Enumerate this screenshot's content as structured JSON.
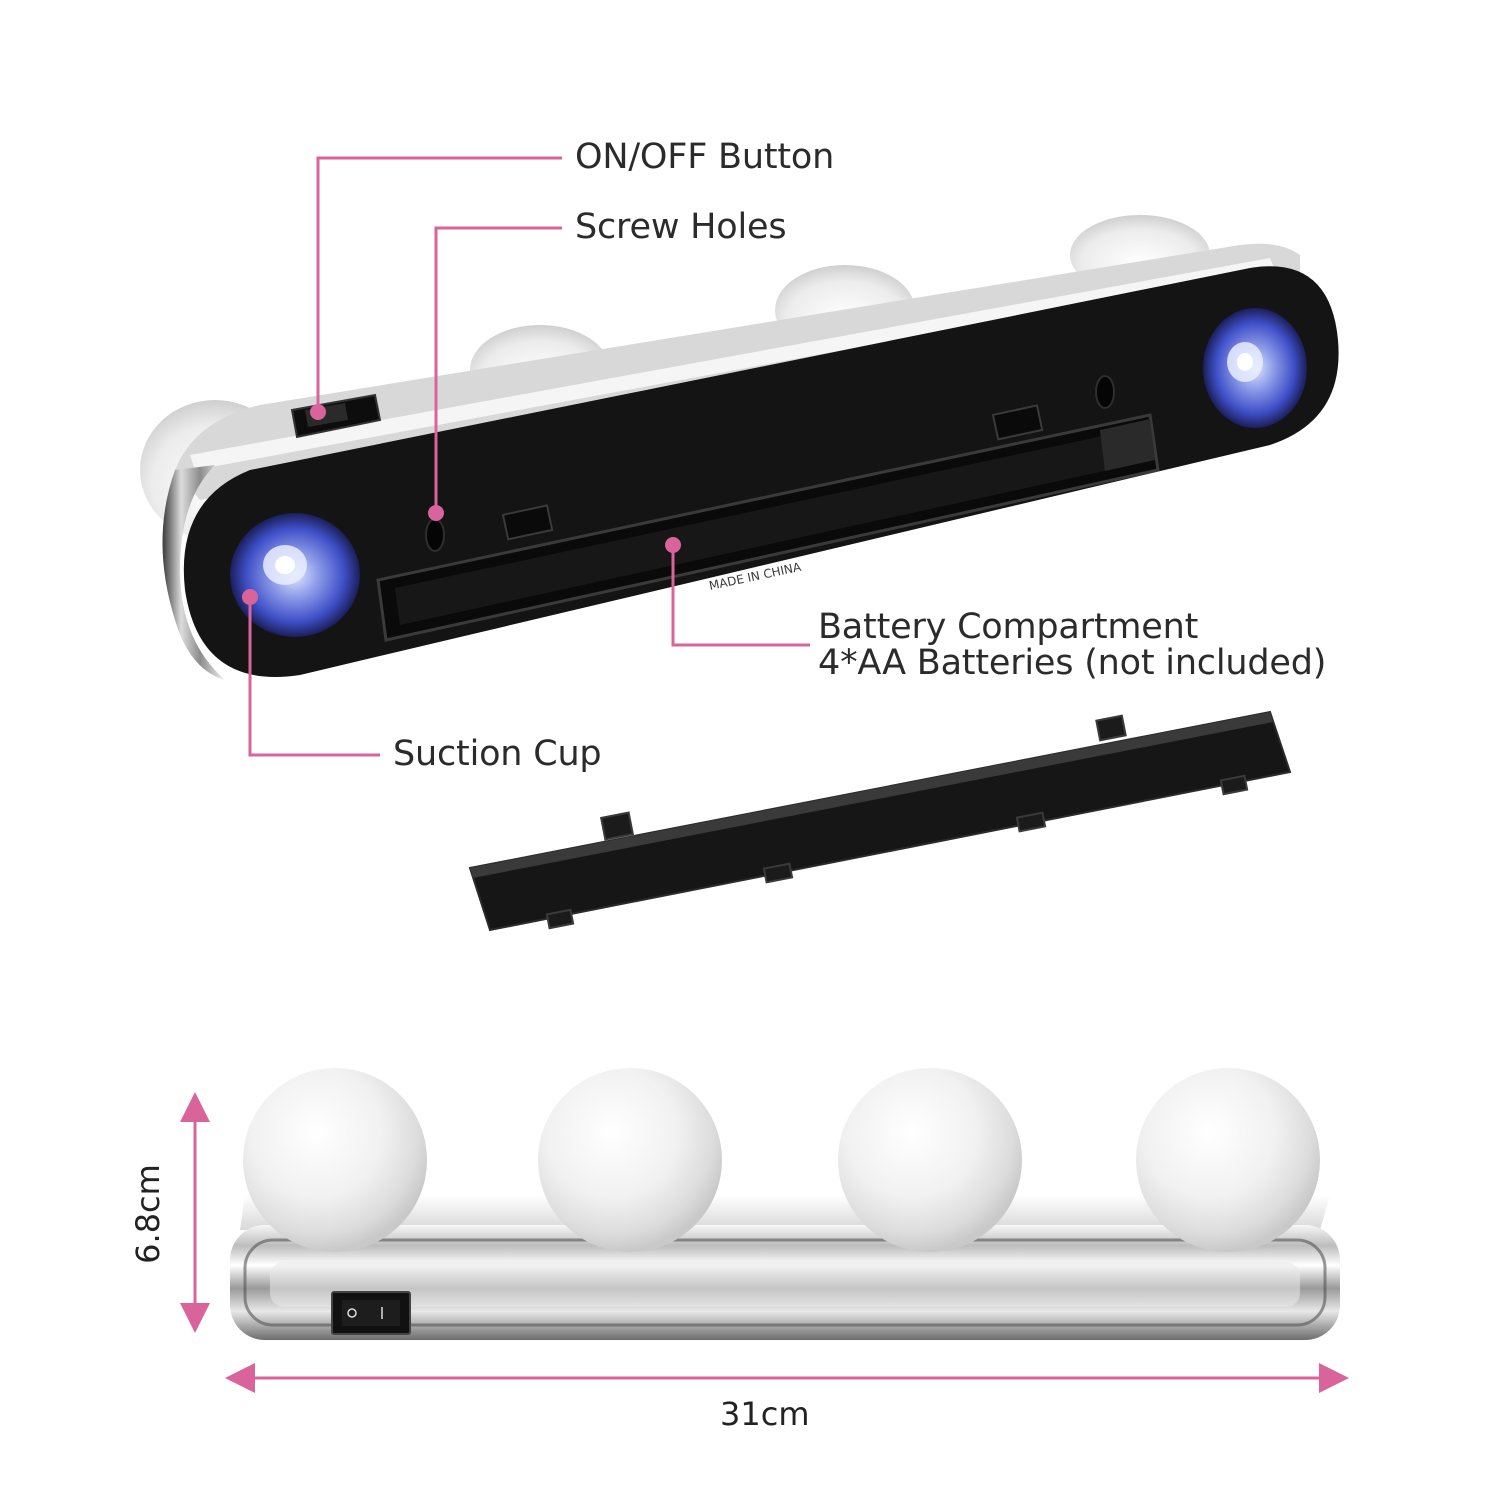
{
  "colors": {
    "callout": "#d9649b",
    "text": "#2b2b2b",
    "body_black": "#141414",
    "chrome": "#b8b8b8",
    "suction_blue": "#3f50c8",
    "bulb": "#f2f2f2"
  },
  "callouts": {
    "on_off": "ON/OFF Button",
    "screw_holes": "Screw Holes",
    "battery_line1": "Battery Compartment",
    "battery_line2": "4*AA Batteries (not included)",
    "suction_cup": "Suction Cup"
  },
  "markings": {
    "made_in": "MADE IN CHINA"
  },
  "dimensions": {
    "height": "6.8cm",
    "width": "31cm"
  }
}
